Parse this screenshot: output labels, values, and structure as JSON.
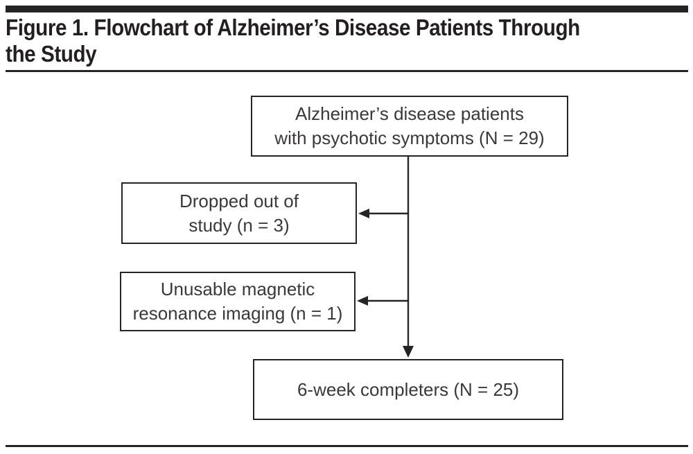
{
  "figure": {
    "title": "Figure 1. Flowchart of Alzheimer’s Disease Patients Through\nthe Study"
  },
  "flowchart": {
    "nodes": {
      "enrolled": {
        "label": "Alzheimer’s disease patients\nwith psychotic symptoms (N = 29)",
        "n": 29
      },
      "dropped": {
        "label": "Dropped out of\nstudy (n = 3)",
        "n": 3
      },
      "unusable": {
        "label": "Unusable magnetic\nresonance imaging (n = 1)",
        "n": 1
      },
      "completers": {
        "label": "6-week completers (N = 25)",
        "n": 25
      }
    },
    "edges": [
      {
        "from": "enrolled",
        "to": "dropped",
        "direction": "left"
      },
      {
        "from": "enrolled",
        "to": "unusable",
        "direction": "left"
      },
      {
        "from": "enrolled",
        "to": "completers",
        "direction": "down"
      }
    ]
  },
  "colors": {
    "ink": "#262324",
    "title_text": "#231f20",
    "body_text": "#3b3839",
    "background": "#ffffff"
  }
}
